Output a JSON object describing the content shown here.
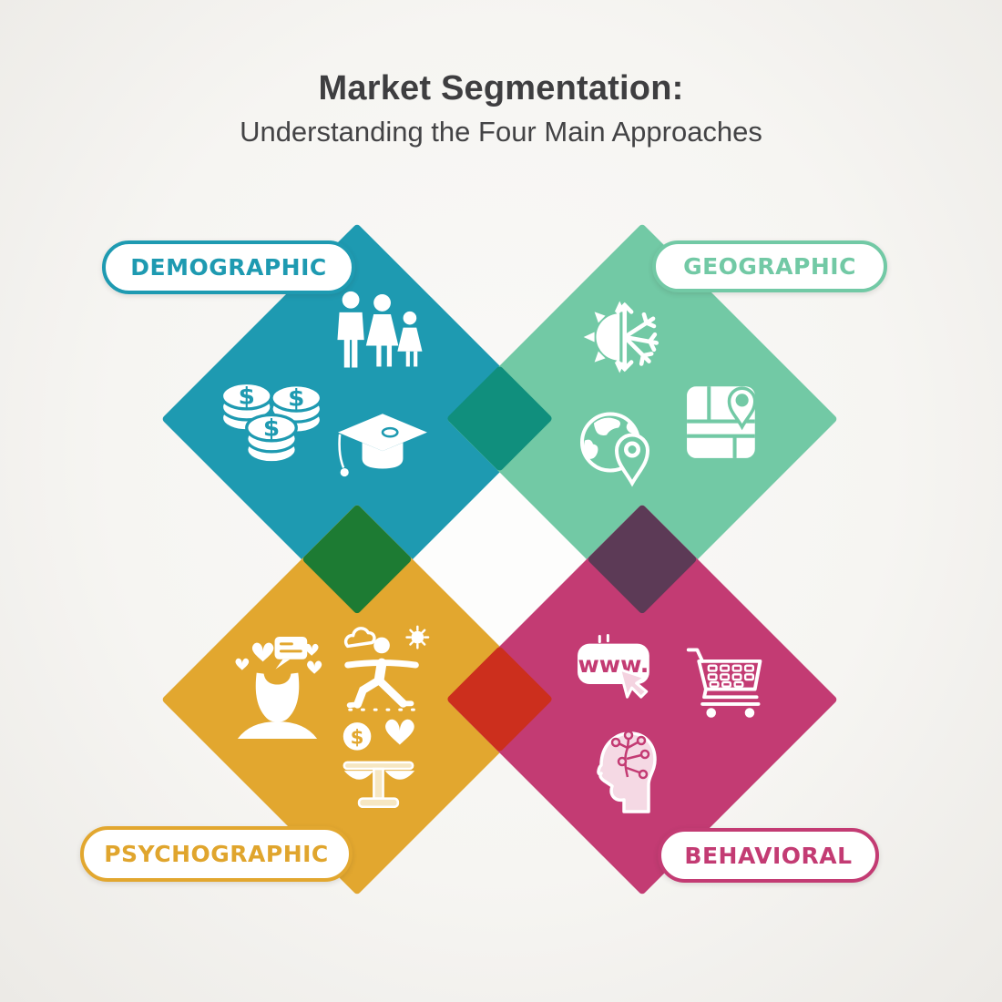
{
  "title": "Market Segmentation:",
  "subtitle": "Understanding the Four Main Approaches",
  "quadrants": [
    {
      "id": "demographic",
      "label": "DEMOGRAPHIC",
      "color": "#1e9ab1",
      "icons": [
        "family-icon",
        "money-coins-icon",
        "graduation-cap-icon"
      ]
    },
    {
      "id": "geographic",
      "label": "GEOGRAPHIC",
      "color": "#72c9a5",
      "icons": [
        "climate-sun-snowflake-icon",
        "globe-location-pin-icon",
        "map-location-pin-icon"
      ]
    },
    {
      "id": "psychographic",
      "label": "PSYCHOGRAPHIC",
      "color": "#e2a72f",
      "icons": [
        "personality-head-icon",
        "yoga-lifestyle-icon",
        "values-balance-scale-icon"
      ]
    },
    {
      "id": "behavioral",
      "label": "BEHAVIORAL",
      "color": "#c33b73",
      "icons": [
        "www-cursor-icon",
        "shopping-cart-icon",
        "brain-head-icon"
      ]
    }
  ],
  "overlap_colors": {
    "teal_mint": "#108f7d",
    "teal_gold": "#1d7b33",
    "mint_magenta": "#5c3a56",
    "gold_magenta": "#cc2f1d",
    "center": "#fdfdfc"
  },
  "icon_text": {
    "www": "www.",
    "dollar": "$"
  },
  "title_color": "#3e3e40",
  "background_color": "#f6f5f2"
}
